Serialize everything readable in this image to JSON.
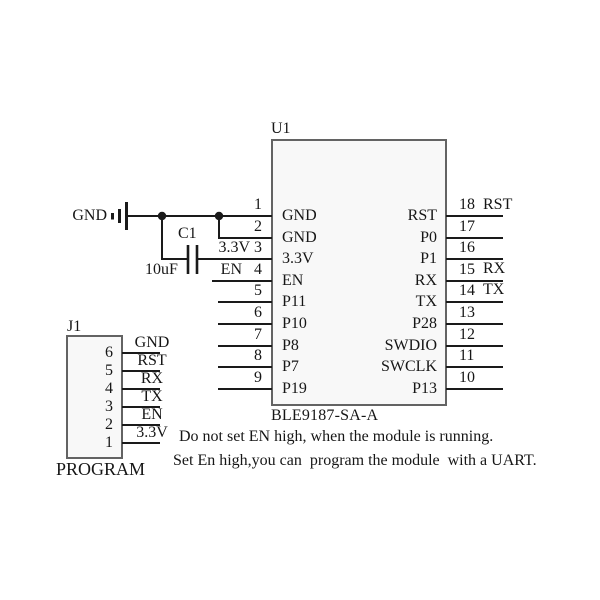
{
  "schematic": {
    "u1": {
      "ref": "U1",
      "part_number": "BLE9187-SA-A",
      "left_pins": [
        {
          "num": "1",
          "label": "GND",
          "net": ""
        },
        {
          "num": "2",
          "label": "GND",
          "net": ""
        },
        {
          "num": "3",
          "label": "3.3V",
          "net": "3.3V"
        },
        {
          "num": "4",
          "label": "EN",
          "net": "EN"
        },
        {
          "num": "5",
          "label": "P11",
          "net": ""
        },
        {
          "num": "6",
          "label": "P10",
          "net": ""
        },
        {
          "num": "7",
          "label": "P8",
          "net": ""
        },
        {
          "num": "8",
          "label": "P7",
          "net": ""
        },
        {
          "num": "9",
          "label": "P19",
          "net": ""
        }
      ],
      "right_pins": [
        {
          "num": "18",
          "label": "RST",
          "net": "RST"
        },
        {
          "num": "17",
          "label": "P0",
          "net": ""
        },
        {
          "num": "16",
          "label": "P1",
          "net": ""
        },
        {
          "num": "15",
          "label": "RX",
          "net": "RX"
        },
        {
          "num": "14",
          "label": "TX",
          "net": "TX"
        },
        {
          "num": "13",
          "label": "P28",
          "net": ""
        },
        {
          "num": "12",
          "label": "SWDIO",
          "net": ""
        },
        {
          "num": "11",
          "label": "SWCLK",
          "net": ""
        },
        {
          "num": "10",
          "label": "P13",
          "net": ""
        }
      ]
    },
    "j1": {
      "ref": "J1",
      "name": "PROGRAM",
      "pins": [
        {
          "num": "6",
          "net": "GND"
        },
        {
          "num": "5",
          "net": "RST"
        },
        {
          "num": "4",
          "net": "RX"
        },
        {
          "num": "3",
          "net": "TX"
        },
        {
          "num": "2",
          "net": "EN"
        },
        {
          "num": "1",
          "net": "3.3V"
        }
      ]
    },
    "c1": {
      "ref": "C1",
      "value": "10uF"
    },
    "gnd_label": "GND",
    "notes": [
      "Do not set EN high, when the module is running.",
      "Set En high,you can  program the module  with a UART."
    ]
  },
  "colors": {
    "wire": "#1a1a1a",
    "box_border": "#636363",
    "box_fill": "#f8f8f8",
    "text": "#161616",
    "background": "#ffffff"
  }
}
